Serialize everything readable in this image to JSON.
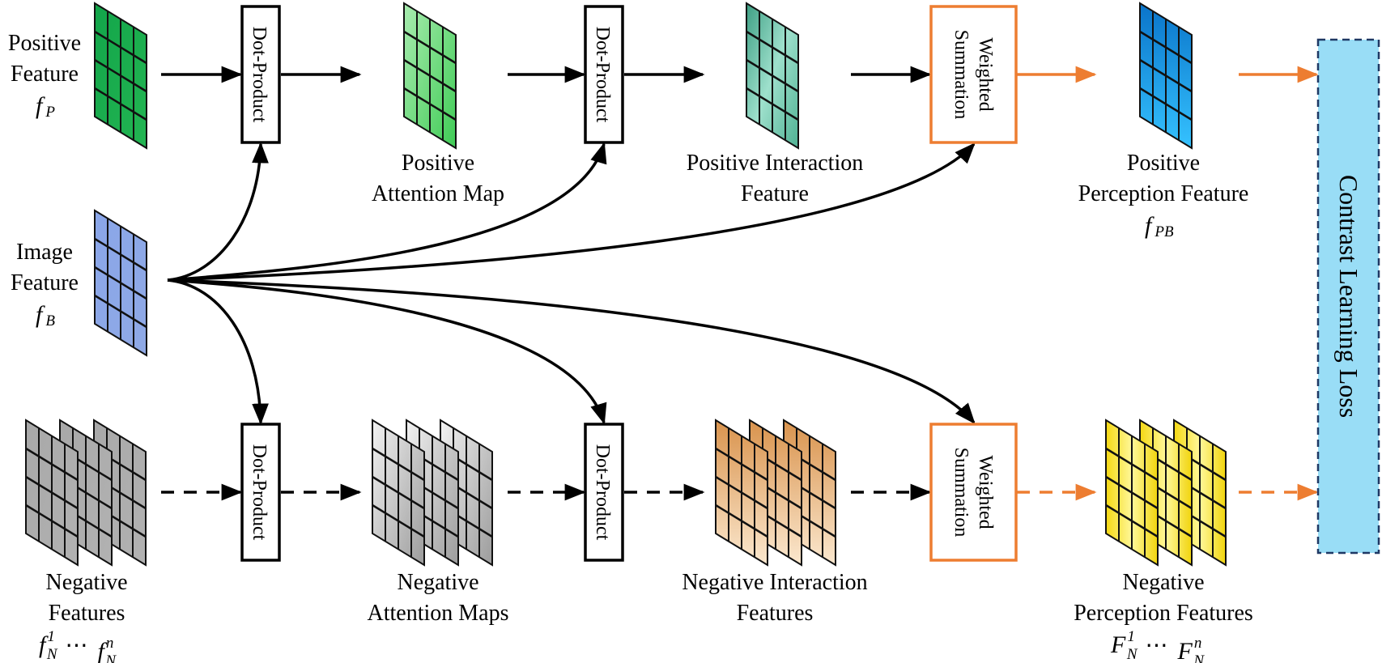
{
  "diagram": {
    "title": "Positive/Negative feature interaction and contrast learning pipeline",
    "colors": {
      "positive_feature": "#1fae4a",
      "positive_attention": "#7fe08a",
      "positive_interaction": "#5fbfa0",
      "positive_perception": "#1e9ee8",
      "image_feature": "#8fa8e6",
      "negative_feature": "#a8a8a8",
      "negative_attention": "#cfcfcf",
      "negative_interaction": "#e3b07a",
      "negative_perception": "#f2e23a",
      "weighted_summation_border": "#ed7d31",
      "orange_arrow": "#ed7d31",
      "loss_fill": "#99ddf6",
      "loss_border": "#1f3864"
    },
    "nodes": {
      "positive_feature": {
        "line1": "Positive",
        "line2": "Feature",
        "symbol": "f",
        "subscript": "P"
      },
      "image_feature": {
        "line1": "Image",
        "line2": "Feature",
        "symbol": "f",
        "subscript": "B"
      },
      "negative_features": {
        "line1": "Negative",
        "line2": "Features",
        "symbol": "f",
        "subscript": "N",
        "sup_first": "1",
        "sup_last": "n",
        "ellipsis": "⋯"
      },
      "positive_attention_map": {
        "line1": "Positive",
        "line2": "Attention Map"
      },
      "negative_attention_maps": {
        "line1": "Negative",
        "line2": "Attention Maps"
      },
      "positive_interaction_feature": {
        "line1": "Positive Interaction",
        "line2": "Feature"
      },
      "negative_interaction_features": {
        "line1": "Negative Interaction",
        "line2": "Features"
      },
      "positive_perception_feature": {
        "line1": "Positive",
        "line2": "Perception Feature",
        "symbol": "f",
        "subscript": "PB"
      },
      "negative_perception_features": {
        "line1": "Negative",
        "line2": "Perception Features",
        "symbol": "F",
        "subscript": "N",
        "sup_first": "1",
        "sup_last": "n",
        "ellipsis": "⋯"
      }
    },
    "operations": {
      "dot_product": "Dot-Product",
      "weighted_line1": "Weighted",
      "weighted_line2": "Summation",
      "loss": "Contrast Learning Loss"
    }
  }
}
